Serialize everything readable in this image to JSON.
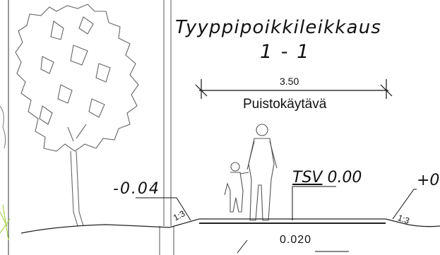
{
  "drawing": {
    "title": "Tyyppipoikkileikkaus",
    "section": "1  -  1",
    "width_value": "3.50",
    "path_name": "Puistokäytävä",
    "elevation_left": "-0.04",
    "elevation_center_prefix": "TSV",
    "elevation_center_value": " 0.00",
    "elevation_right": "+0",
    "slope_left": "1:3",
    "slope_right": "1:3",
    "cross_fall": "0.020"
  },
  "colors": {
    "line": "#222222",
    "tree": "#555555",
    "accent_green": "#9acd32"
  }
}
